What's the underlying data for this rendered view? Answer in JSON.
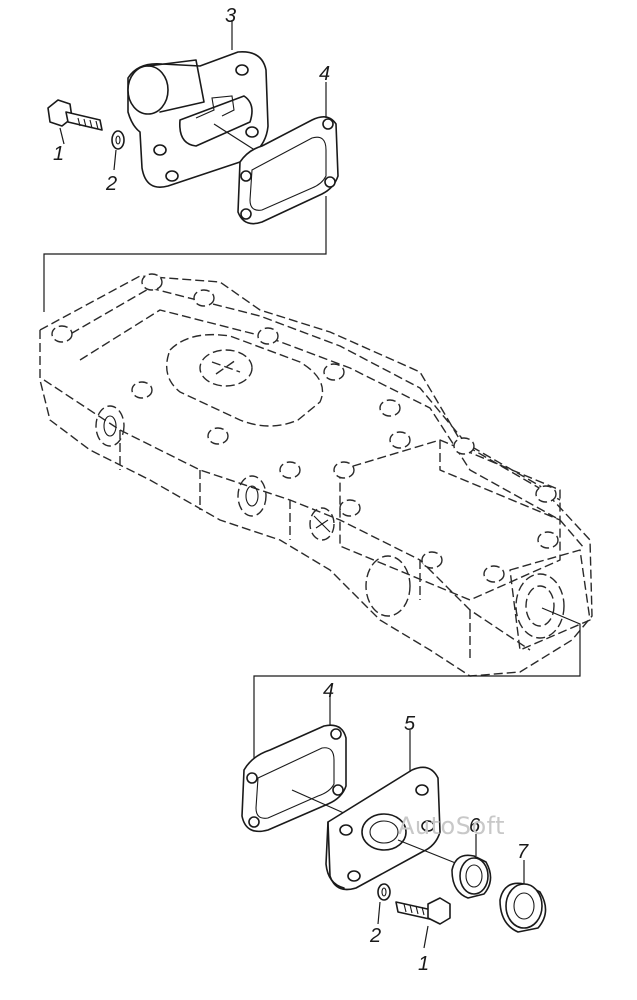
{
  "diagram": {
    "callouts_top": {
      "bolt": "1",
      "washer": "2",
      "cover": "3",
      "gasket": "4"
    },
    "callouts_bottom": {
      "gasket": "4",
      "cover": "5",
      "seal_a": "6",
      "seal_b": "7",
      "washer": "2",
      "bolt": "1"
    },
    "watermark": "AutoSoft"
  }
}
